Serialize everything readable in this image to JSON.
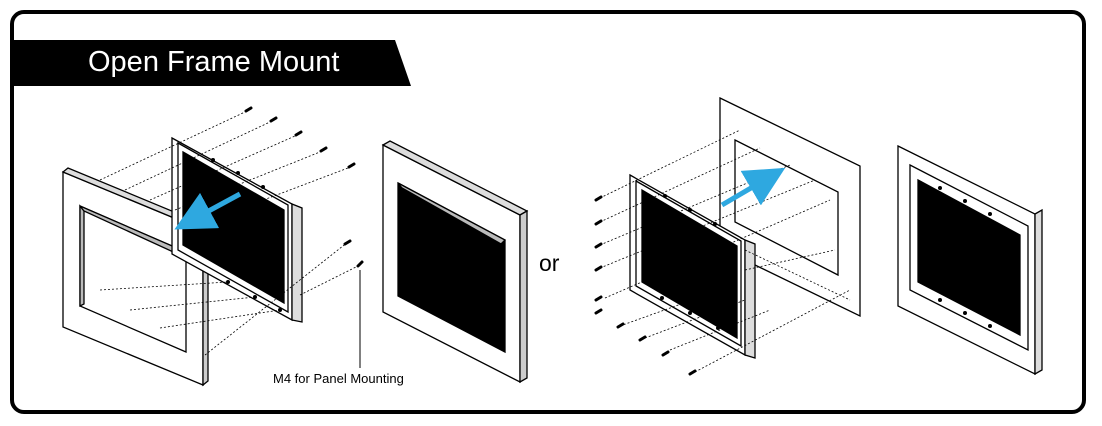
{
  "title": "Open Frame Mount",
  "or_label": "or",
  "callout": "M4 for Panel Mounting",
  "colors": {
    "border": "#000000",
    "banner": "#000000",
    "banner_text": "#ffffff",
    "screen": "#000000",
    "arrow": "#2ea8e0"
  },
  "icons": [
    "mounting-screw-icon",
    "direction-arrow-icon"
  ]
}
